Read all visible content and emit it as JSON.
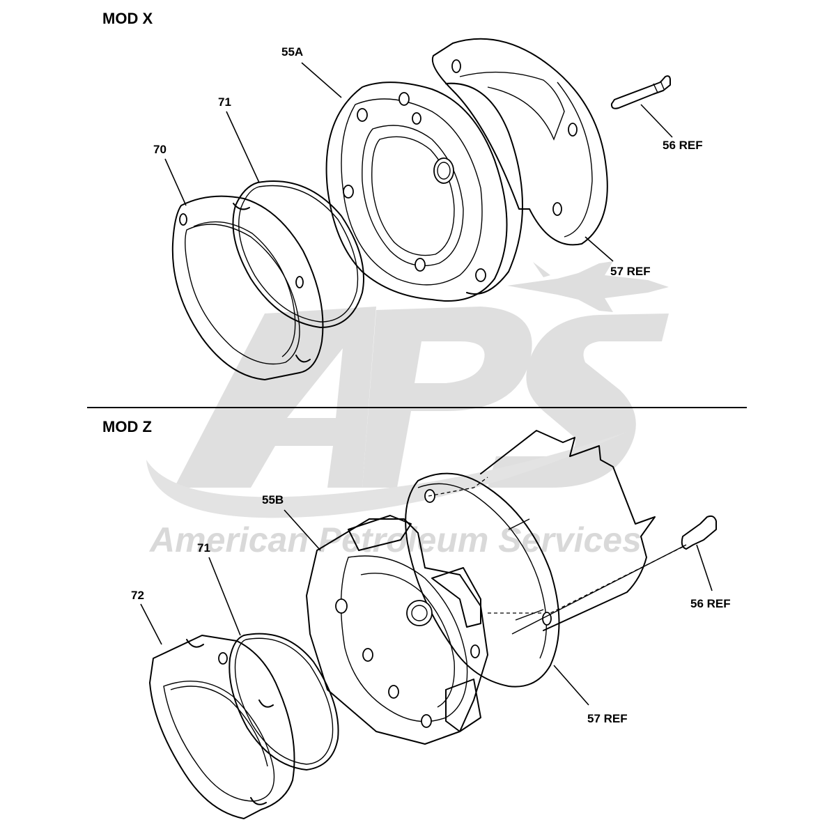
{
  "sections": {
    "top_title": "MOD X",
    "bottom_title": "MOD Z"
  },
  "callouts": {
    "mod_x": {
      "c55a": "55A",
      "c71": "71",
      "c70": "70",
      "c56": "56 REF",
      "c57": "57 REF"
    },
    "mod_z": {
      "c55b": "55B",
      "c71": "71",
      "c72": "72",
      "c56": "56 REF",
      "c57": "57 REF"
    }
  },
  "watermark": {
    "logo_text": "APS",
    "company": "American Petroleum Services",
    "color": "#d9d9d9"
  }
}
